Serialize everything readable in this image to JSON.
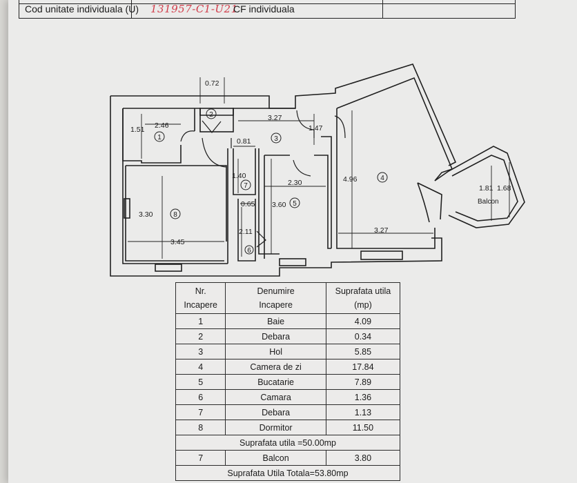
{
  "header": {
    "cod_label": "Cod unitate individuala (U)",
    "cod_value": "131957-C1-U21",
    "cf_label": "CF individuala"
  },
  "plan": {
    "dims": {
      "d_072": "0.72",
      "d_327_top": "3.27",
      "d_246": "2.46",
      "d_151": "1.51",
      "d_147": "1.47",
      "d_081": "0.81",
      "d_140": "1.40",
      "d_230": "2.30",
      "d_496": "4.96",
      "d_065": "0.65",
      "d_360": "3.60",
      "d_330": "3.30",
      "d_345": "3.45",
      "d_211": "2.11",
      "d_327_bottom": "3.27",
      "d_181": "1.81",
      "d_168": "1.68"
    },
    "room_numbers": [
      "1",
      "2",
      "3",
      "4",
      "5",
      "6",
      "7",
      "8"
    ],
    "balcon_label": "Balcon"
  },
  "table": {
    "head": {
      "nr": "Nr.",
      "incapere": "Incapere",
      "denumire": "Denumire",
      "denumire_sub": "Incapere",
      "suprafata": "Suprafata utila",
      "unit": "(mp)"
    },
    "rows": [
      {
        "nr": "1",
        "name": "Baie",
        "area": "4.09"
      },
      {
        "nr": "2",
        "name": "Debara",
        "area": "0.34"
      },
      {
        "nr": "3",
        "name": "Hol",
        "area": "5.85"
      },
      {
        "nr": "4",
        "name": "Camera de zi",
        "area": "17.84"
      },
      {
        "nr": "5",
        "name": "Bucatarie",
        "area": "7.89"
      },
      {
        "nr": "6",
        "name": "Camara",
        "area": "1.36"
      },
      {
        "nr": "7",
        "name": "Debara",
        "area": "1.13"
      },
      {
        "nr": "8",
        "name": "Dormitor",
        "area": "11.50"
      }
    ],
    "subtotal": "Suprafata utila =50.00mp",
    "balcon_row": {
      "nr": "7",
      "name": "Balcon",
      "area": "3.80"
    },
    "total": "Suprafata Utila Totala=53.80mp"
  }
}
